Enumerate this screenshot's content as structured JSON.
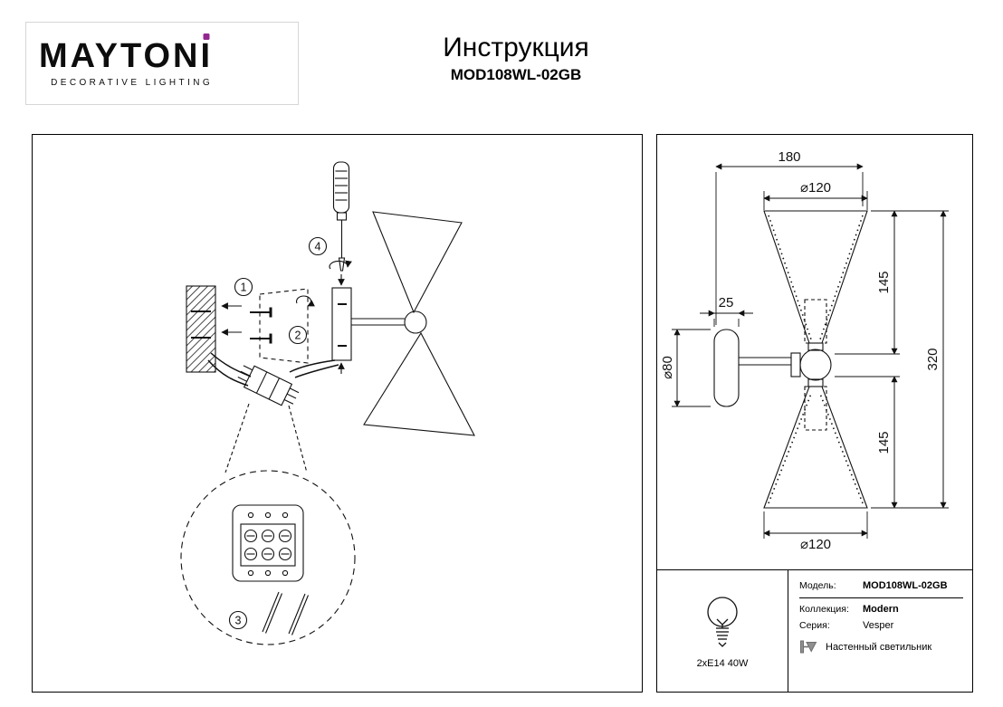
{
  "header": {
    "brand_main": "MAYTON",
    "brand_last": "I",
    "tagline": "DECORATIVE LIGHTING",
    "title": "Инструкция",
    "model": "MOD108WL-02GB"
  },
  "assembly": {
    "steps": [
      "1",
      "2",
      "3",
      "4"
    ]
  },
  "dimensions": {
    "top_width": "180",
    "top_diameter": "⌀120",
    "arm_depth": "25",
    "plate_diameter": "⌀80",
    "upper_cone_height": "145",
    "lower_cone_height": "145",
    "total_height": "320",
    "bottom_diameter": "⌀120"
  },
  "specs": {
    "bulb": "2xE14 40W",
    "rows": [
      {
        "label": "Модель:",
        "value": "MOD108WL-02GB"
      },
      {
        "label": "Коллекция:",
        "value": "Modern"
      },
      {
        "label": "Серия:",
        "value": "Vesper"
      }
    ],
    "type": "Настенный светильник"
  },
  "colors": {
    "accent": "#93278F",
    "line": "#111111"
  }
}
